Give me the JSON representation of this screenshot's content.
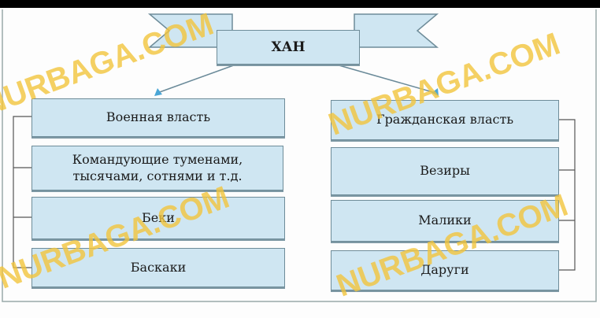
{
  "root": {
    "label": "ХАН"
  },
  "left_branch": {
    "header": "Военная власть",
    "items": [
      "Командующие туменами, тысячами, сотнями и т.д.",
      "Беки",
      "Баскаки"
    ]
  },
  "right_branch": {
    "header": "Гражданская власть",
    "items": [
      "Везиры",
      "Малики",
      "Даруги"
    ]
  },
  "watermark": "NURBAGA.COM",
  "colors": {
    "box_fill": "#cfe6f2",
    "watermark": "#f2c53d"
  }
}
